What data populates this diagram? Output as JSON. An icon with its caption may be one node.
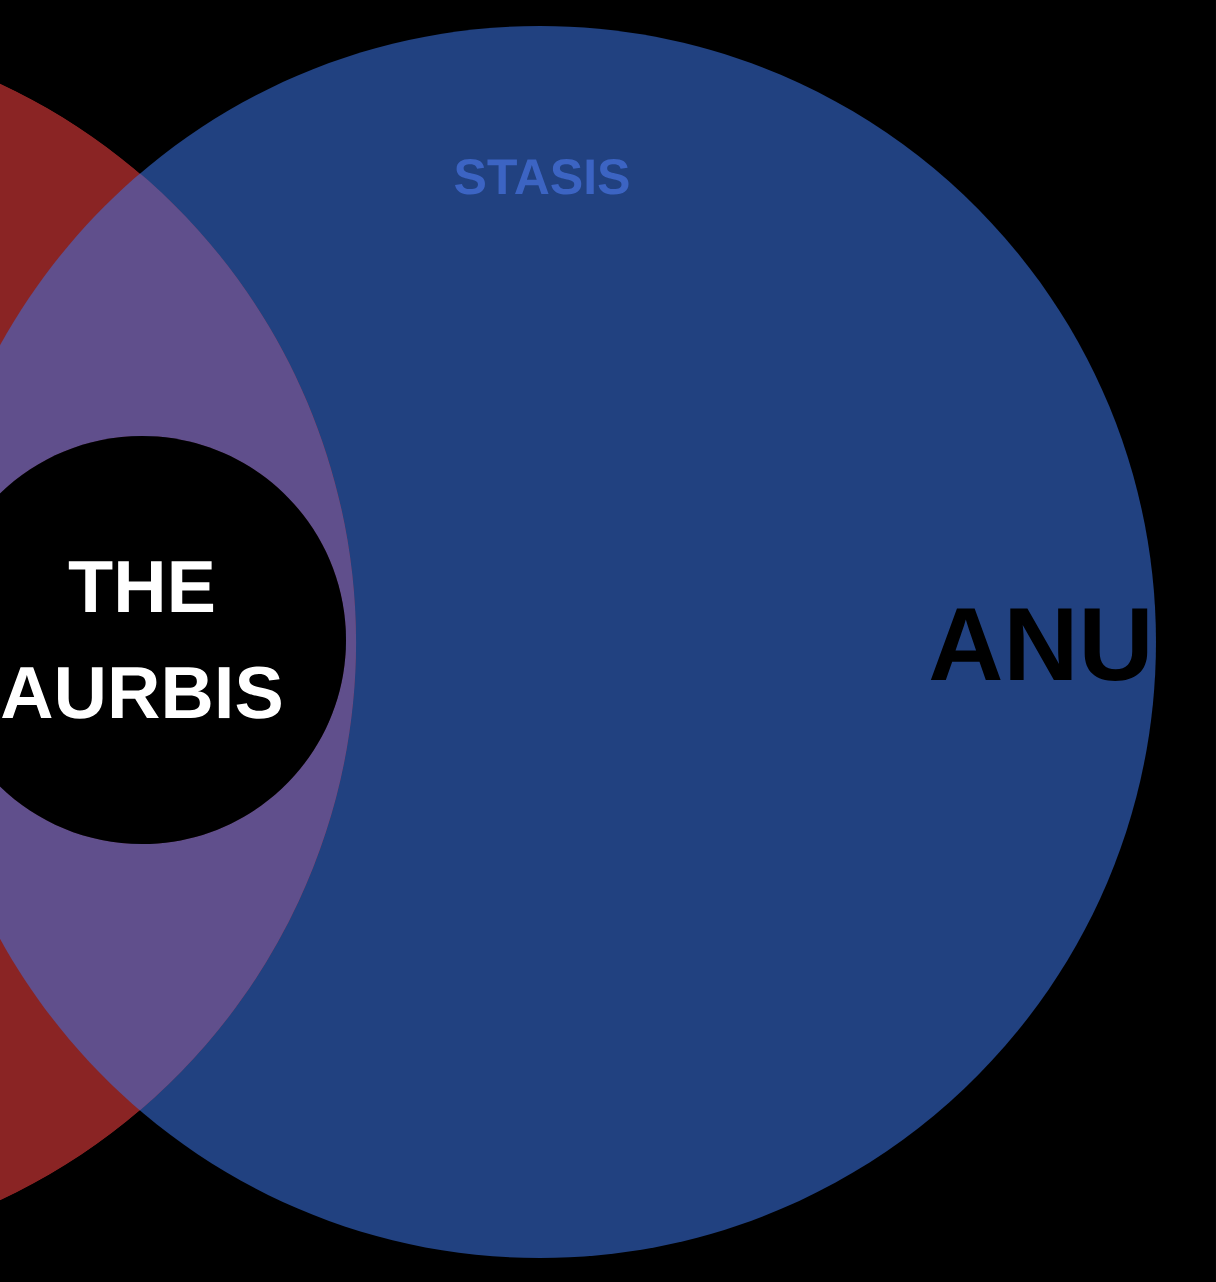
{
  "diagram": {
    "nodes": [
      {
        "text": [],
        "shape": "circle"
      },
      {
        "text": [
          "STASIS",
          "ANU"
        ]
      },
      {
        "text": [
          "THE AURBIS"
        ]
      }
    ]
  }
}
